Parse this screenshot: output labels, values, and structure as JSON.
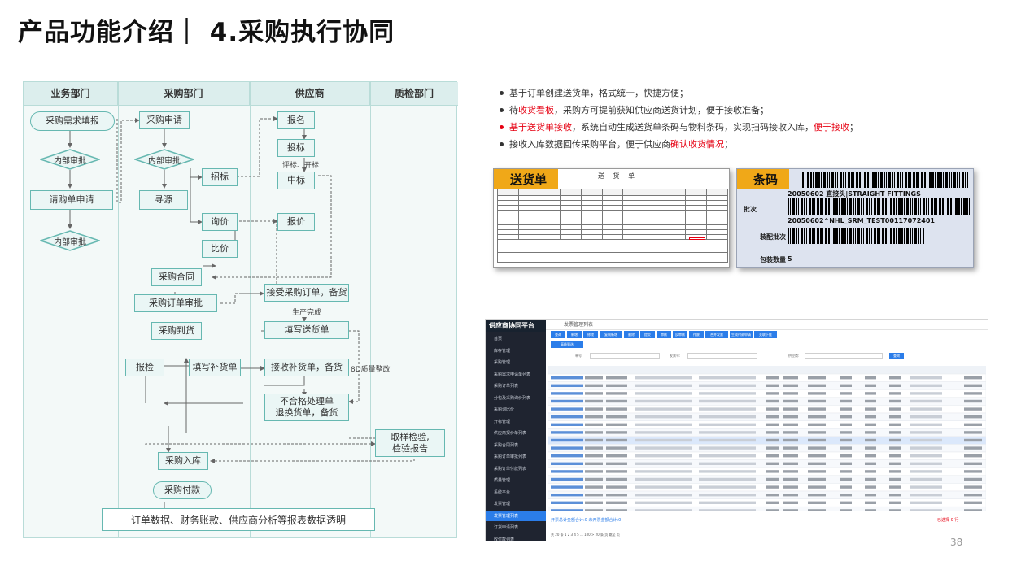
{
  "slide": {
    "title": "产品功能介绍｜ 4.采购执行协同",
    "page_number": "38"
  },
  "flowchart": {
    "lanes": [
      "业务部门",
      "采购部门",
      "供应商",
      "质检部门"
    ],
    "nodes": {
      "need": "采购需求填报",
      "review1": "内部审批",
      "request": "请购单申请",
      "review2": "内部审批",
      "apply": "采购申请",
      "review3": "内部审批",
      "source": "寻源",
      "bid": "招标",
      "inquiry": "询价",
      "compare": "比价",
      "signup": "报名",
      "tender": "投标",
      "winbid": "中标",
      "quote": "报价",
      "contract": "采购合同",
      "order_review": "采购订单审批",
      "accept_order": "接受采购订单，备货",
      "arrival": "采购到货",
      "ship": "填写送货单",
      "inspect": "报检",
      "fill": "填写补货单",
      "receive_fill": "接收补货单，备货",
      "unqualified_1": "不合格处理单",
      "unqualified_2": "退换货单，备货",
      "sampling_1": "取样检验,",
      "sampling_2": "检验报告",
      "warehouse": "采购入库",
      "pay": "采购付款"
    },
    "notes": {
      "open_bid": "开标",
      "review_bid": "评标",
      "produce": "生产完成",
      "rework": "8D质量整改"
    },
    "summary": "订单数据、财务账款、供应商分析等报表数据透明"
  },
  "bullets": {
    "b1": "基于订单创建送货单，格式统一，快捷方便；",
    "b2_pre": "待",
    "b2_hl": "收货看板",
    "b2_post": "，采购方可提前获知供应商送货计划，便于接收准备；",
    "b3_hl1": "基于送货单接收",
    "b3_mid": "，系统自动生成送货单条码与物料条码，实现扫码接收入库，",
    "b3_hl2": "便于接收",
    "b3_end": "；",
    "b4_pre": "接收入库数据回传采购平台，便于供应商",
    "b4_hl": "确认收货情况",
    "b4_end": "；"
  },
  "delivery_card": {
    "tag": "送货单",
    "doc_title": "送 货 单"
  },
  "barcode_card": {
    "tag": "条码",
    "line1": "20050602 直接头|STRAIGHT FITTINGS",
    "batch_label": "批次",
    "line2": "20050602^NHL_SRM_TEST00117072401",
    "assembly_label": "装配批次",
    "qty_label": "包装数量",
    "qty_value": "5"
  },
  "app": {
    "brand": "供应商协同平台",
    "header": "发票管理列表",
    "side_items": [
      "首页",
      "库存管理",
      "采购管理",
      "采购需求申请单列表",
      "采购订单列表",
      "分包及采购询价列表",
      "采购询比价",
      "开标管理",
      "供应商报价单列表",
      "采购合同列表",
      "采购订单审批列表",
      "采购订单付款列表",
      "质量管理",
      "系统平台",
      "发票管理",
      "发票管理列表",
      "订货申请列表",
      "收付款列表"
    ],
    "active_side": "发票管理列表",
    "tabs": [
      "查询",
      "新增",
      "修改",
      "复制新增",
      "删除",
      "提交",
      "审核",
      "反审核",
      "作废",
      "合并发票",
      "生成付款申请",
      "关联下推"
    ],
    "filter_button": "高级筛选",
    "search_labels": [
      "单号:",
      "发票号:",
      "供应商:"
    ],
    "search_button": "查询",
    "footer_left": "开票总计金额合计:0    未开票金额合计:0",
    "footer_right": "已选择 0 行",
    "pager": "共 20 条  1  2  3  4  5  ...  100  >  20 条/页  跳至  页"
  }
}
